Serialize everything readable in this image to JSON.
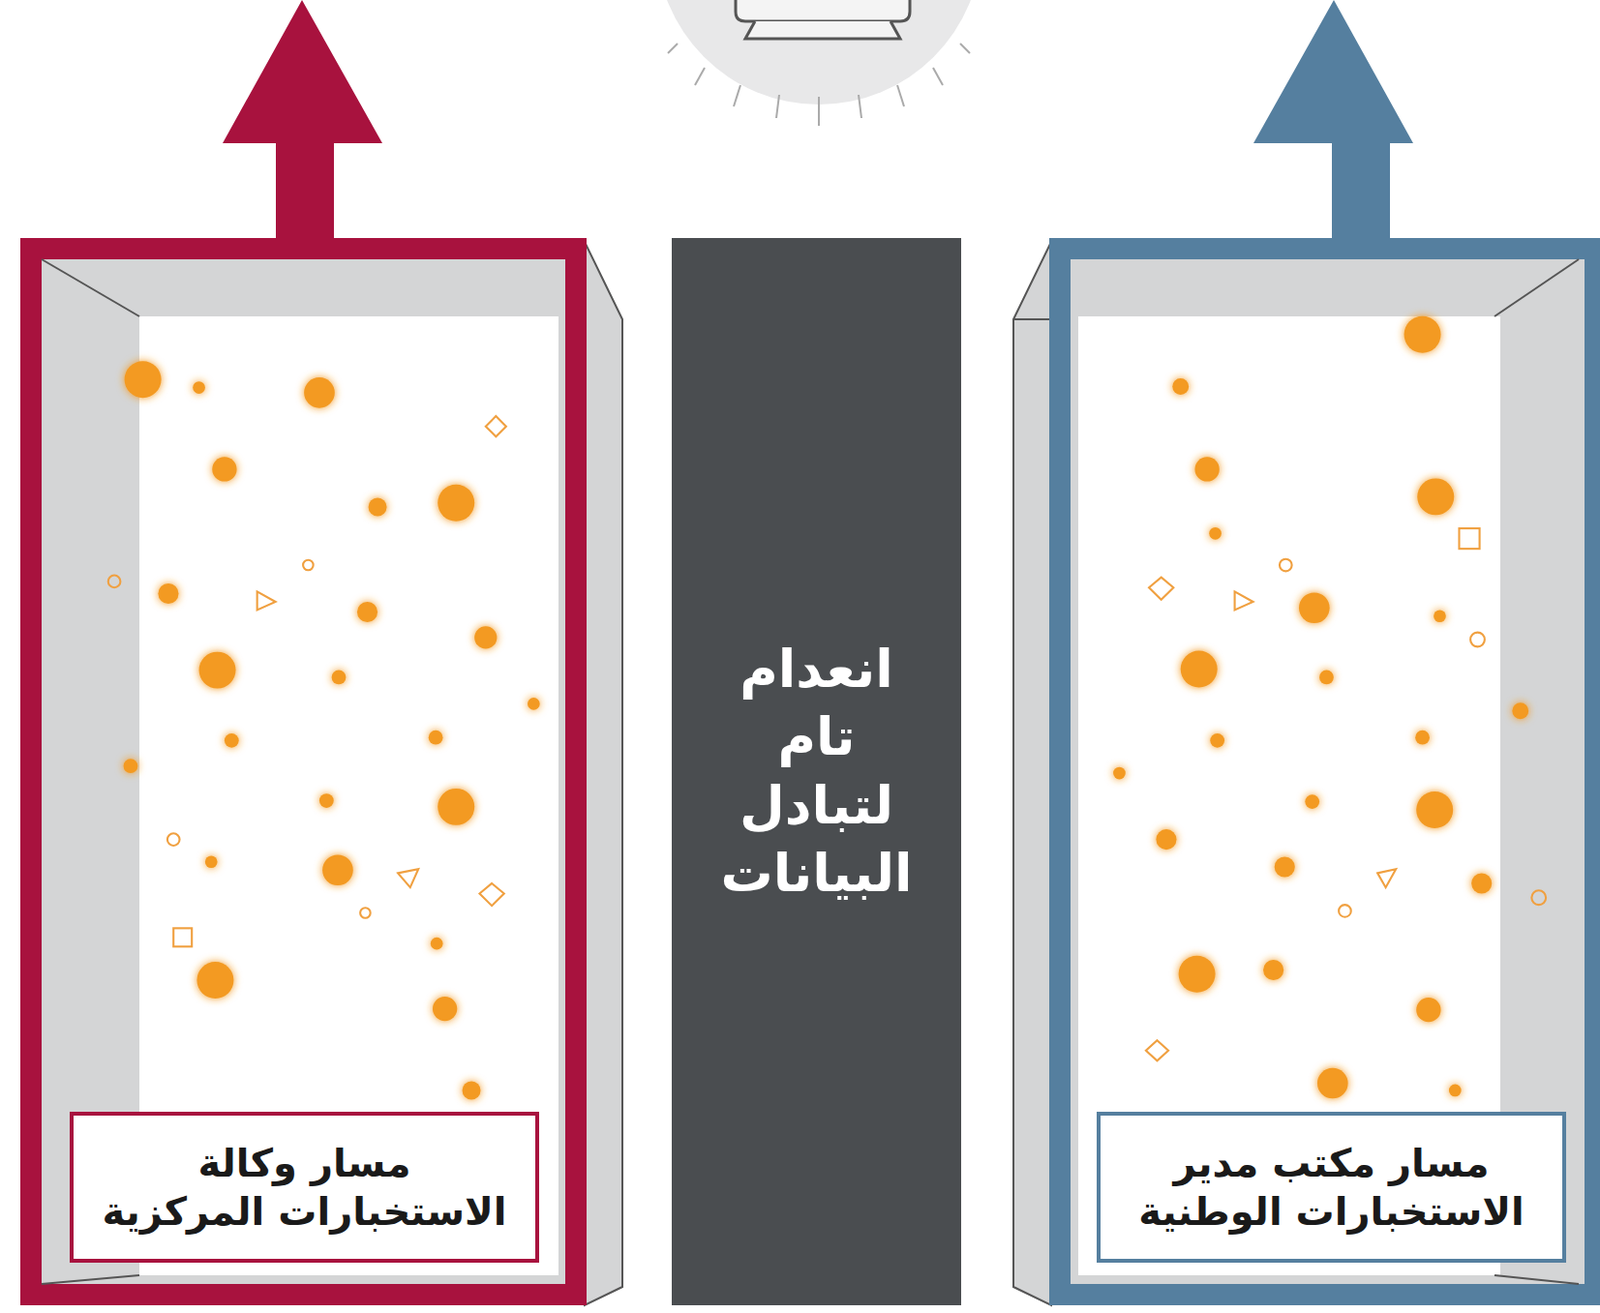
{
  "diagram": {
    "nodes": [
      {
        "text": [
          "مسار مكتب مدير الاستخبارات الوطنية"
        ]
      },
      {
        "text": [
          "انعدام تام لتبادل البيانات"
        ]
      },
      {
        "text": [
          "مسار وكالة الاستخبارات المركزية"
        ]
      }
    ]
  }
}
